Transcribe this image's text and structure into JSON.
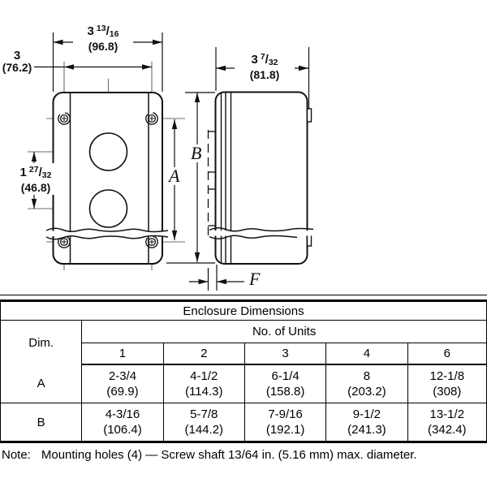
{
  "diagram": {
    "front_view": {
      "overall_width": {
        "whole": "3",
        "num": "13",
        "slash": "/",
        "den": "16",
        "metric": "(96.8)"
      },
      "mounting_width": {
        "whole": "3",
        "metric": "(76.2)"
      },
      "hole_spacing": {
        "whole": "1",
        "num": "27",
        "slash": "/",
        "den": "32",
        "metric": "(46.8)"
      },
      "dim_a_label": "A",
      "dim_b_label": "B"
    },
    "side_view": {
      "depth": {
        "whole": "3",
        "num": "7",
        "slash": "/",
        "den": "32",
        "metric": "(81.8)"
      },
      "dim_f_label": "F"
    }
  },
  "table": {
    "title": "Enclosure Dimensions",
    "col_group_header": "No. of Units",
    "dim_header": "Dim.",
    "unit_cols": [
      "1",
      "2",
      "3",
      "4",
      "6"
    ],
    "row_a": {
      "label": "A",
      "cells": [
        {
          "in": "2-3/4",
          "mm": "(69.9)"
        },
        {
          "in": "4-1/2",
          "mm": "(114.3)"
        },
        {
          "in": "6-1/4",
          "mm": "(158.8)"
        },
        {
          "in": "8",
          "mm": "(203.2)"
        },
        {
          "in": "12-1/8",
          "mm": "(308)"
        }
      ]
    },
    "row_b": {
      "label": "B",
      "cells": [
        {
          "in": "4-3/16",
          "mm": "(106.4)"
        },
        {
          "in": "5-7/8",
          "mm": "(144.2)"
        },
        {
          "in": "7-9/16",
          "mm": "(192.1)"
        },
        {
          "in": "9-1/2",
          "mm": "(241.3)"
        },
        {
          "in": "13-1/2",
          "mm": "(342.4)"
        }
      ]
    }
  },
  "note": {
    "label": "Note:",
    "text": "Mounting holes (4) — Screw shaft 13/64 in. (5.16 mm) max. diameter."
  },
  "colors": {
    "line": "#111111",
    "centerline": "#6e6e6e",
    "background": "#ffffff"
  }
}
